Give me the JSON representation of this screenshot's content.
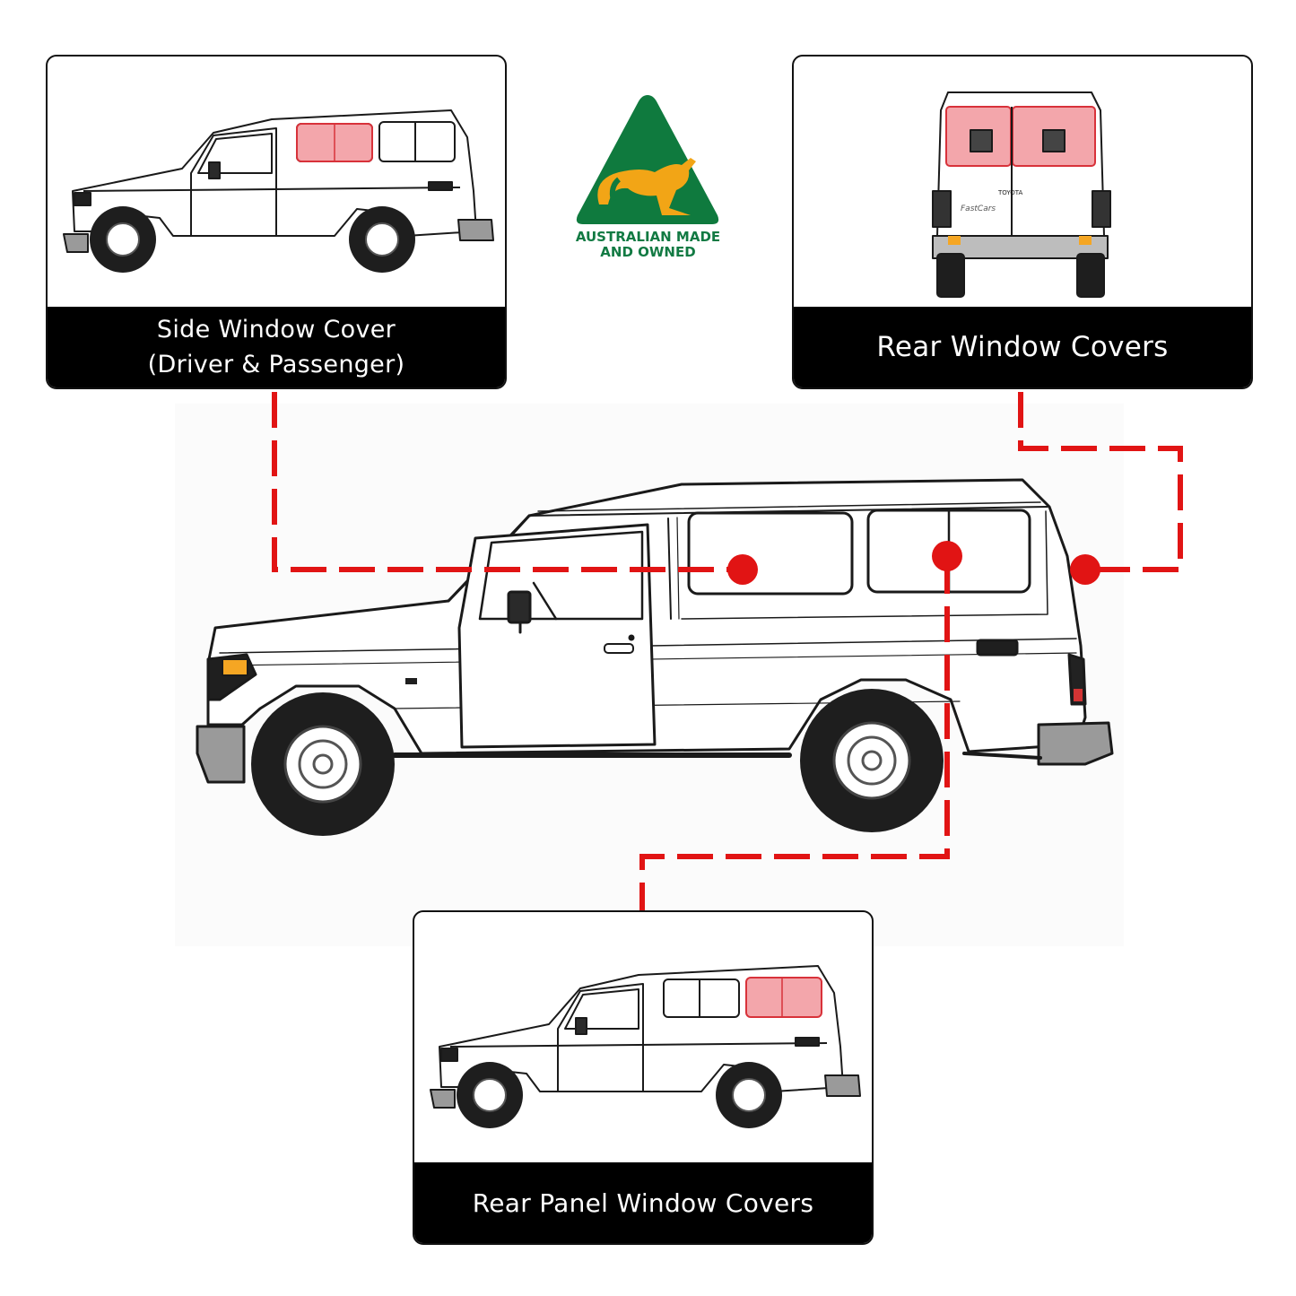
{
  "logo": {
    "name": "kangaroo-triangle-icon",
    "line1": "AUSTRALIAN MADE",
    "line2": "AND OWNED",
    "green": "#0f7a3e",
    "gold": "#f2a516"
  },
  "cards": {
    "side": {
      "line1": "Side Window Cover",
      "line2": "(Driver & Passenger)"
    },
    "rear": {
      "label": "Rear Window Covers"
    },
    "panel": {
      "label": "Rear Panel Window Covers"
    }
  },
  "rear_badges": {
    "make": "TOYOTA",
    "dealer": "FastCars"
  },
  "colors": {
    "connector": "#e11414",
    "highlight": "#f3a6ab",
    "highlight_stroke": "#d8323a",
    "indicator": "#f5a623"
  }
}
